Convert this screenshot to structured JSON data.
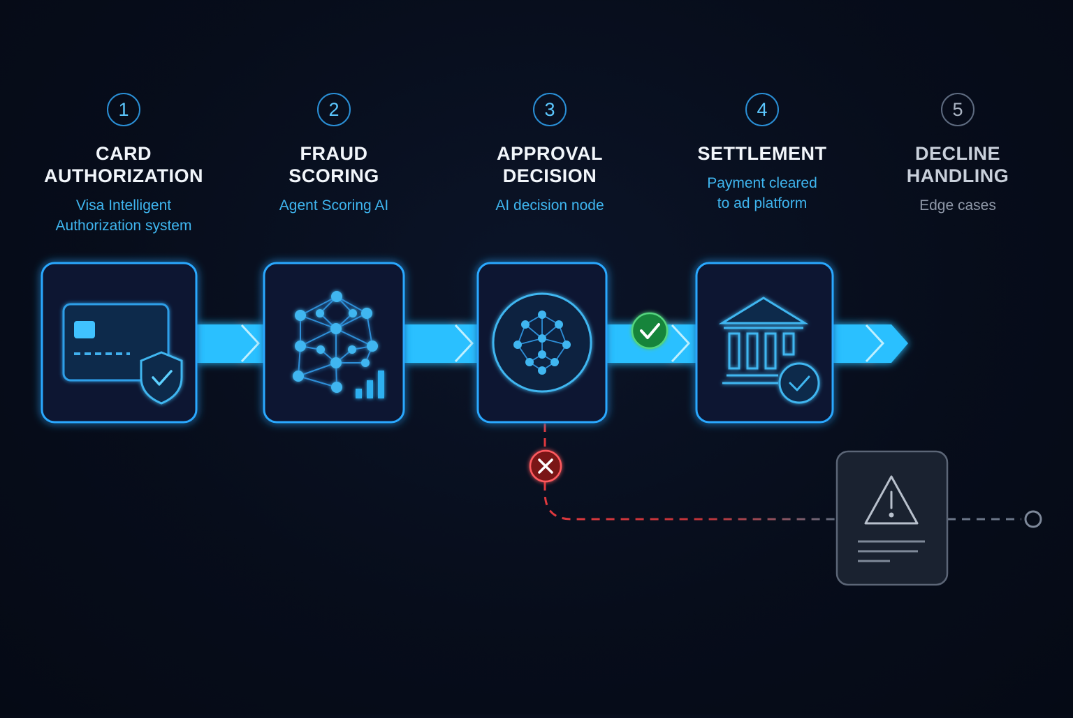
{
  "steps": [
    {
      "number": "1",
      "title": "CARD\nAUTHORIZATION",
      "subtitle": "Visa Intelligent\nAuthorization system",
      "icon": "credit-card-shield-icon",
      "state": "active"
    },
    {
      "number": "2",
      "title": "FRAUD\nSCORING",
      "subtitle": "Agent Scoring AI",
      "icon": "neural-network-chart-icon",
      "state": "active"
    },
    {
      "number": "3",
      "title": "APPROVAL\nDECISION",
      "subtitle": "AI decision node",
      "icon": "ai-globe-node-icon",
      "state": "active"
    },
    {
      "number": "4",
      "title": "SETTLEMENT",
      "subtitle": "Payment cleared\nto ad platform",
      "icon": "bank-check-icon",
      "state": "active"
    },
    {
      "number": "5",
      "title": "DECLINE\nHANDLING",
      "subtitle": "Edge cases",
      "icon": "warning-document-icon",
      "state": "muted"
    }
  ],
  "indicators": {
    "approved": "checkmark-icon",
    "declined": "x-icon"
  },
  "colors": {
    "background": "#070d1b",
    "accent": "#2fc3ff",
    "accent_text": "#3fb6f0",
    "approved": "#1f9e4a",
    "declined": "#e0393e",
    "muted": "#6b7688"
  }
}
